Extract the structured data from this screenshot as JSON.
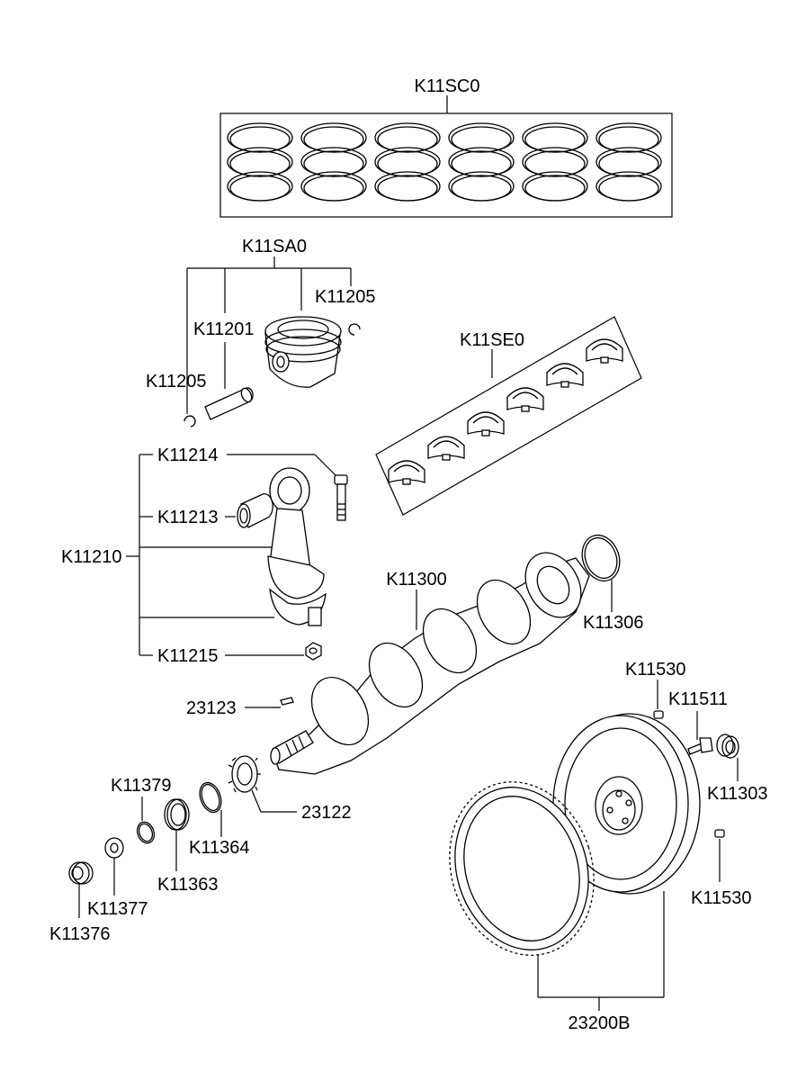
{
  "labels": {
    "piston_ring_set": "K11SC0",
    "piston_assy": "K11SA0",
    "snap_ring_right": "K11205",
    "piston_pin": "K11201",
    "snap_ring_left": "K11205",
    "main_bearing_set": "K11SE0",
    "conrod_bolt": "K11214",
    "conrod_bushing": "K11213",
    "conrod_assy": "K11210",
    "conrod_nut": "K11215",
    "crankshaft": "K11300",
    "crank_oring": "K11306",
    "key": "23123",
    "sprocket": "23122",
    "ring_k11379": "K11379",
    "ring_k11364": "K11364",
    "seal_k11363": "K11363",
    "washer_k11377": "K11377",
    "bearing_k11376": "K11376",
    "dowel_top": "K11530",
    "flywheel_bolt": "K11511",
    "pilot_bearing": "K11303",
    "dowel_bottom": "K11530",
    "flywheel_assy": "23200B"
  },
  "icons": [
    "piston-ring-icon",
    "piston-icon",
    "bearing-shell-icon",
    "connecting-rod-icon",
    "crankshaft-icon",
    "flywheel-icon",
    "ring-gear-icon"
  ]
}
